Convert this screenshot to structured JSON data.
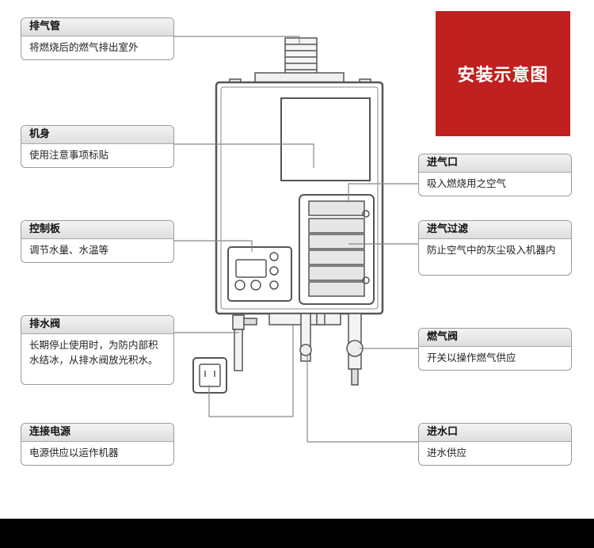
{
  "title": "安装示意图",
  "colors": {
    "title_bg": "#c0201f",
    "line": "#888888",
    "footer": "#000000"
  },
  "callouts": {
    "exhaust_pipe": {
      "title": "排气管",
      "desc": "将燃烧后的燃气排出室外"
    },
    "body": {
      "title": "机身",
      "desc": "使用注意事项标贴"
    },
    "control_panel": {
      "title": "控制板",
      "desc": "调节水量、水温等"
    },
    "drain_valve": {
      "title": "排水阀",
      "desc": "长期停止使用时，为防内部积水结冰，从排水阀放光积水。"
    },
    "power": {
      "title": "连接电源",
      "desc": "电源供应以运作机器"
    },
    "air_inlet": {
      "title": "进气口",
      "desc": "吸入燃烧用之空气"
    },
    "air_filter": {
      "title": "进气过滤",
      "desc": "防止空气中的灰尘吸入机器内"
    },
    "gas_valve": {
      "title": "燃气阀",
      "desc": "开关以操作燃气供应"
    },
    "water_inlet": {
      "title": "进水口",
      "desc": "进水供应"
    }
  }
}
